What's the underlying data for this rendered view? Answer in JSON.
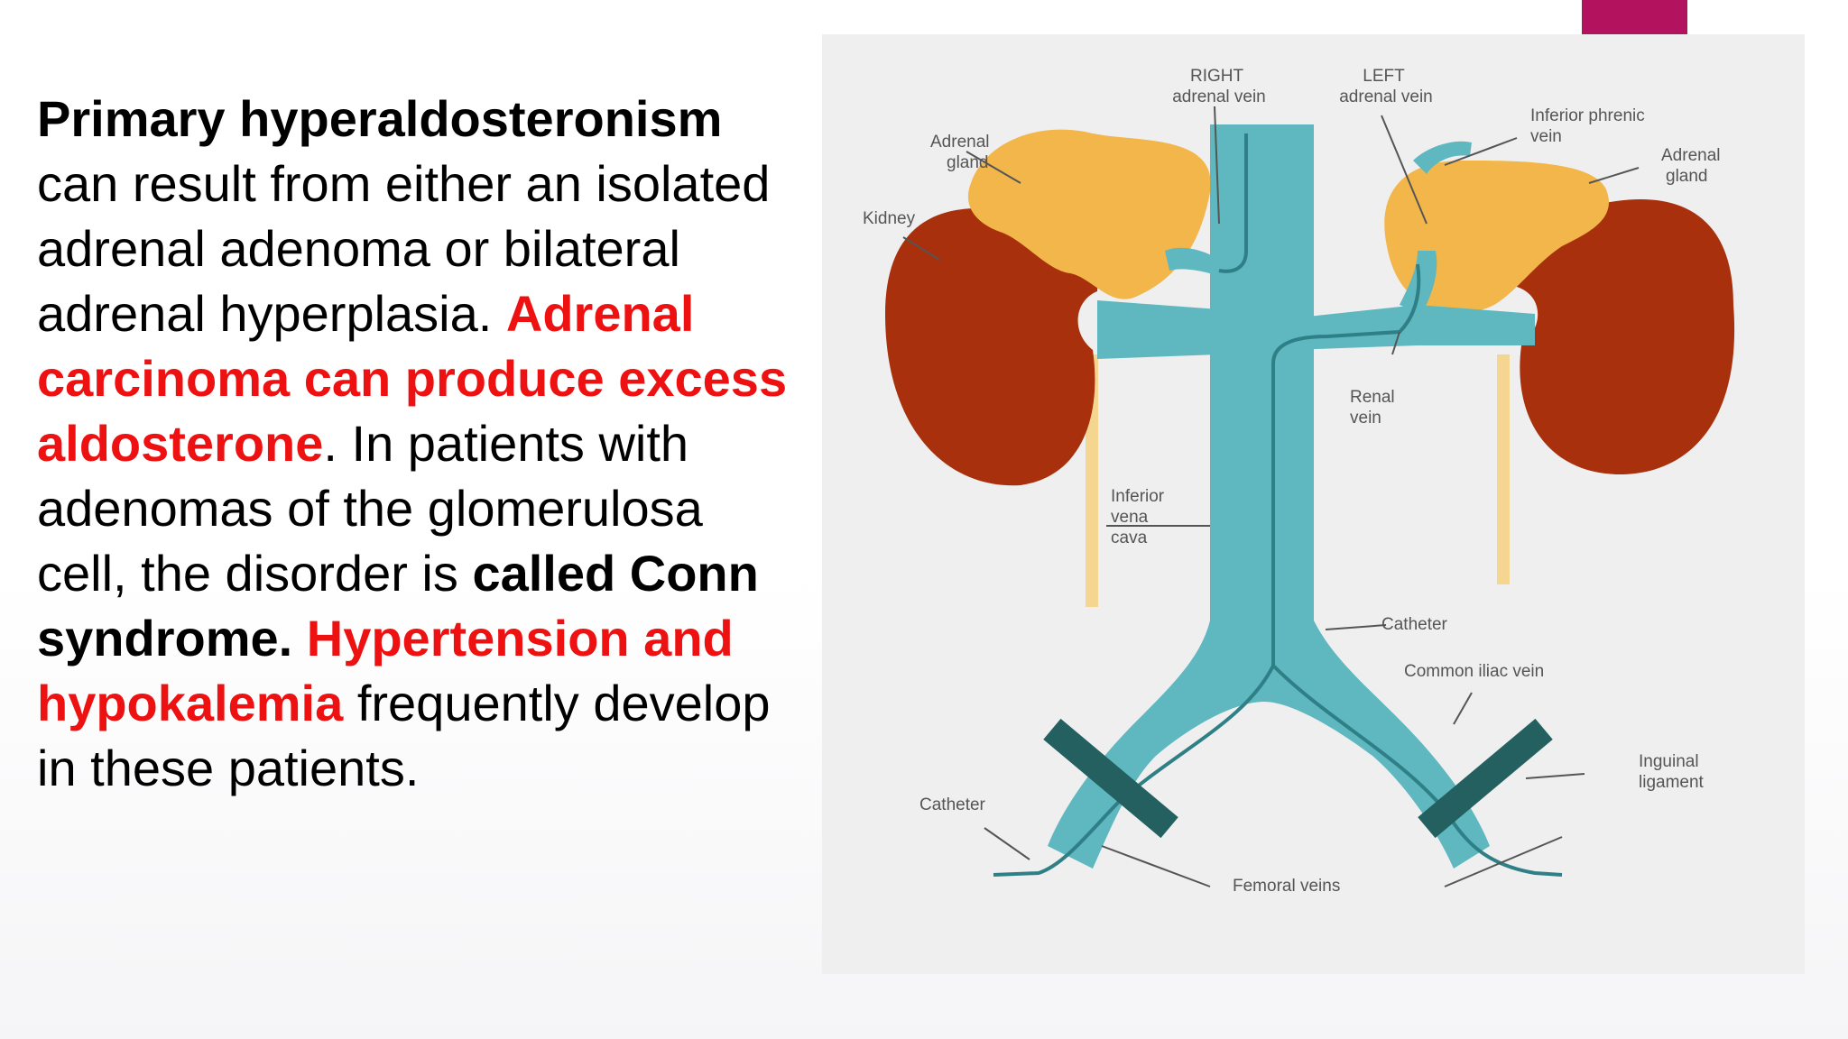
{
  "paragraph": {
    "s1": "Primary hyperaldosteronism",
    "s2": " can result from either an isolated adrenal adenoma or bilateral adrenal hyperplasia. ",
    "s3": "Adrenal carcinoma can produce excess aldosterone",
    "s4": ". In patients with adenomas of the glomerulosa cell, the disorder is ",
    "s5": "called Conn syndrome.",
    "s6": " ",
    "s7": "Hypertension and hypokalemia",
    "s8": " frequently develop in these patients."
  },
  "figure": {
    "labels": {
      "right_adrenal_vein": [
        "RIGHT",
        "adrenal vein"
      ],
      "left_adrenal_vein": [
        "LEFT",
        "adrenal vein"
      ],
      "inferior_phrenic_vein": [
        "Inferior phrenic",
        "vein"
      ],
      "adrenal_gland_left": [
        "Adrenal",
        "gland"
      ],
      "adrenal_gland_right": [
        "Adrenal",
        "gland"
      ],
      "kidney": "Kidney",
      "renal_vein": [
        "Renal",
        "vein"
      ],
      "inferior_vena_cava": [
        "Inferior",
        "vena",
        "cava"
      ],
      "catheter_mid": "Catheter",
      "common_iliac_vein": "Common iliac vein",
      "inguinal_ligament": [
        "Inguinal",
        "ligament"
      ],
      "catheter_left": "Catheter",
      "femoral_veins": "Femoral veins"
    }
  },
  "colors": {
    "accent": "#b3125f",
    "highlight_red": "#ee1111",
    "kidney": "#a8300c",
    "adrenal": "#f2b64a",
    "vein": "#5fb8bf",
    "ligament": "#23605f"
  }
}
